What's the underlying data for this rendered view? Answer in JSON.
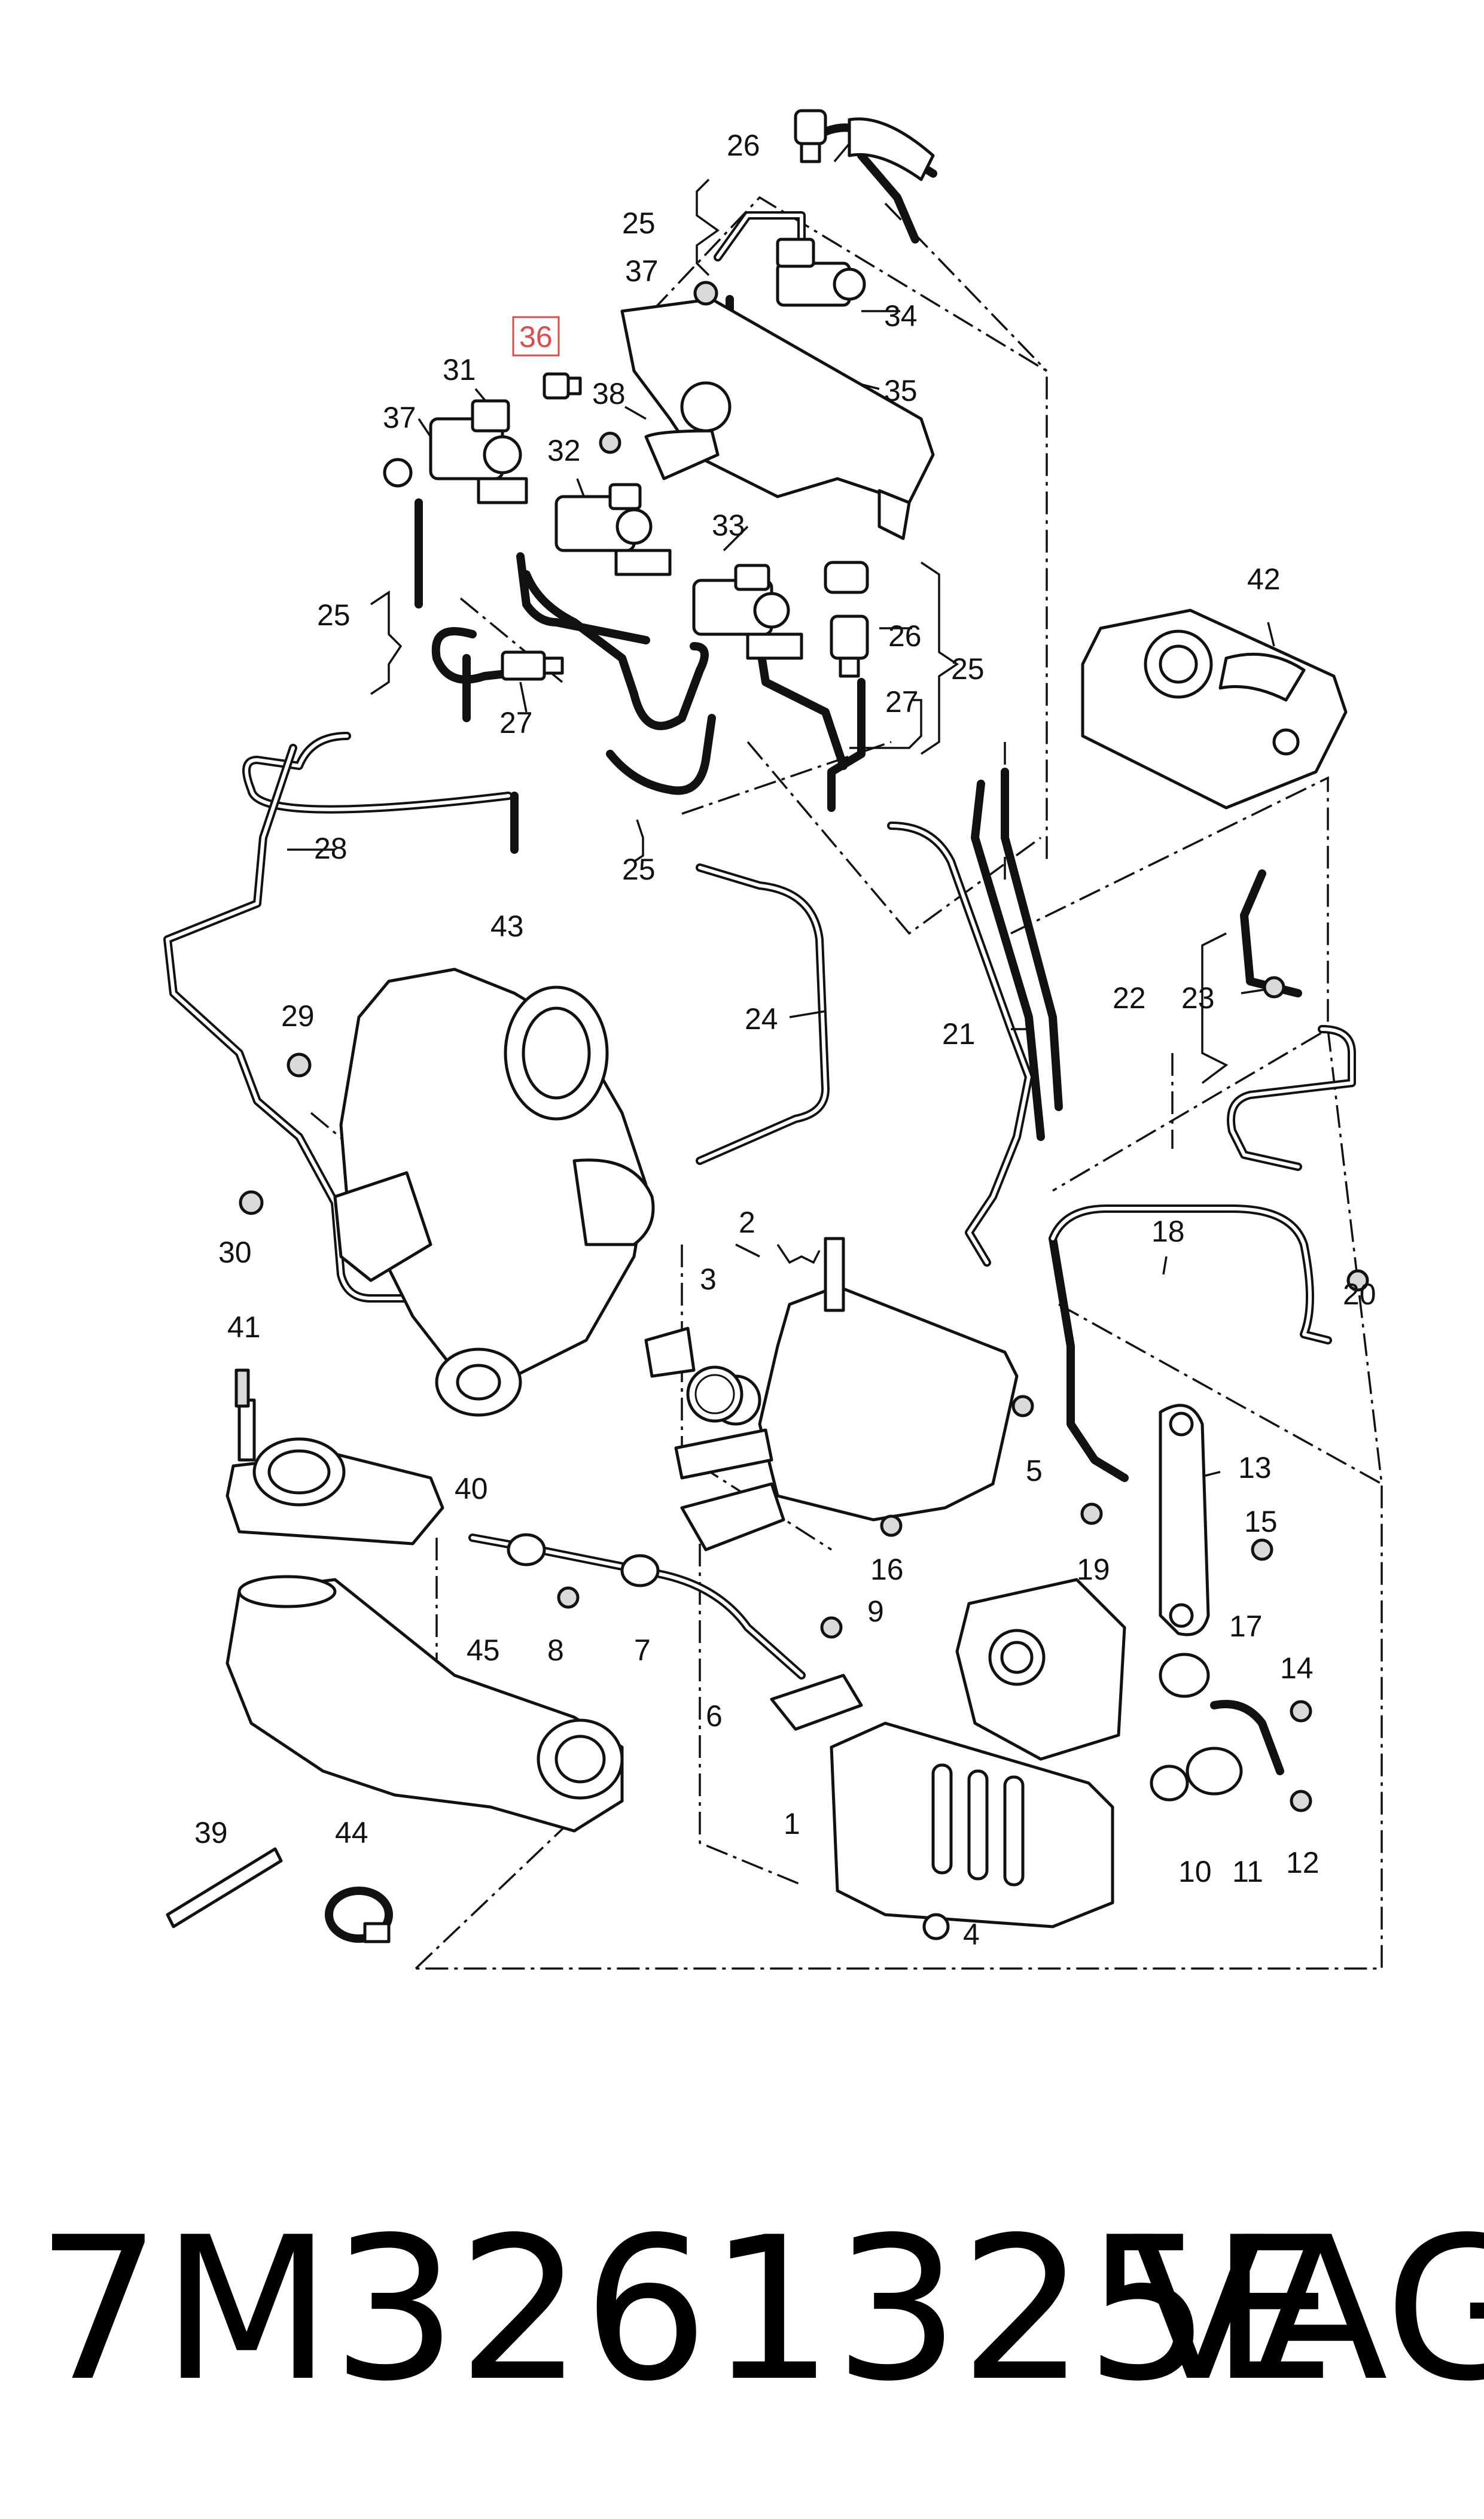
{
  "callouts": [
    {
      "id": "c1",
      "text": "1"
    },
    {
      "id": "c2",
      "text": "2"
    },
    {
      "id": "c3",
      "text": "3"
    },
    {
      "id": "c4",
      "text": "4"
    },
    {
      "id": "c5",
      "text": "5"
    },
    {
      "id": "c6",
      "text": "6"
    },
    {
      "id": "c7",
      "text": "7"
    },
    {
      "id": "c8",
      "text": "8"
    },
    {
      "id": "c9",
      "text": "9"
    },
    {
      "id": "c10",
      "text": "10"
    },
    {
      "id": "c11",
      "text": "11"
    },
    {
      "id": "c12",
      "text": "12"
    },
    {
      "id": "c13",
      "text": "13"
    },
    {
      "id": "c14",
      "text": "14"
    },
    {
      "id": "c15",
      "text": "15"
    },
    {
      "id": "c16",
      "text": "16"
    },
    {
      "id": "c17",
      "text": "17"
    },
    {
      "id": "c18",
      "text": "18"
    },
    {
      "id": "c19",
      "text": "19"
    },
    {
      "id": "c20",
      "text": "20"
    },
    {
      "id": "c21",
      "text": "21"
    },
    {
      "id": "c22",
      "text": "22"
    },
    {
      "id": "c23",
      "text": "23"
    },
    {
      "id": "c24",
      "text": "24"
    },
    {
      "id": "c25a",
      "text": "25"
    },
    {
      "id": "c25b",
      "text": "25"
    },
    {
      "id": "c25c",
      "text": "25"
    },
    {
      "id": "c25d",
      "text": "25"
    },
    {
      "id": "c26a",
      "text": "26"
    },
    {
      "id": "c26b",
      "text": "26"
    },
    {
      "id": "c27a",
      "text": "27"
    },
    {
      "id": "c27b",
      "text": "27"
    },
    {
      "id": "c28",
      "text": "28"
    },
    {
      "id": "c29",
      "text": "29"
    },
    {
      "id": "c30",
      "text": "30"
    },
    {
      "id": "c31",
      "text": "31"
    },
    {
      "id": "c32",
      "text": "32"
    },
    {
      "id": "c33",
      "text": "33"
    },
    {
      "id": "c34",
      "text": "34"
    },
    {
      "id": "c35",
      "text": "35"
    },
    {
      "id": "c36",
      "text": "36"
    },
    {
      "id": "c37a",
      "text": "37"
    },
    {
      "id": "c37b",
      "text": "37"
    },
    {
      "id": "c38",
      "text": "38"
    },
    {
      "id": "c39",
      "text": "39"
    },
    {
      "id": "c40",
      "text": "40"
    },
    {
      "id": "c41",
      "text": "41"
    },
    {
      "id": "c42",
      "text": "42"
    },
    {
      "id": "c43",
      "text": "43"
    },
    {
      "id": "c44",
      "text": "44"
    },
    {
      "id": "c45",
      "text": "45"
    }
  ],
  "highlight": {
    "callout": "36",
    "color": "#e24a4a"
  },
  "footer": {
    "part_number": "7M3261325E",
    "brand": "VAG"
  }
}
